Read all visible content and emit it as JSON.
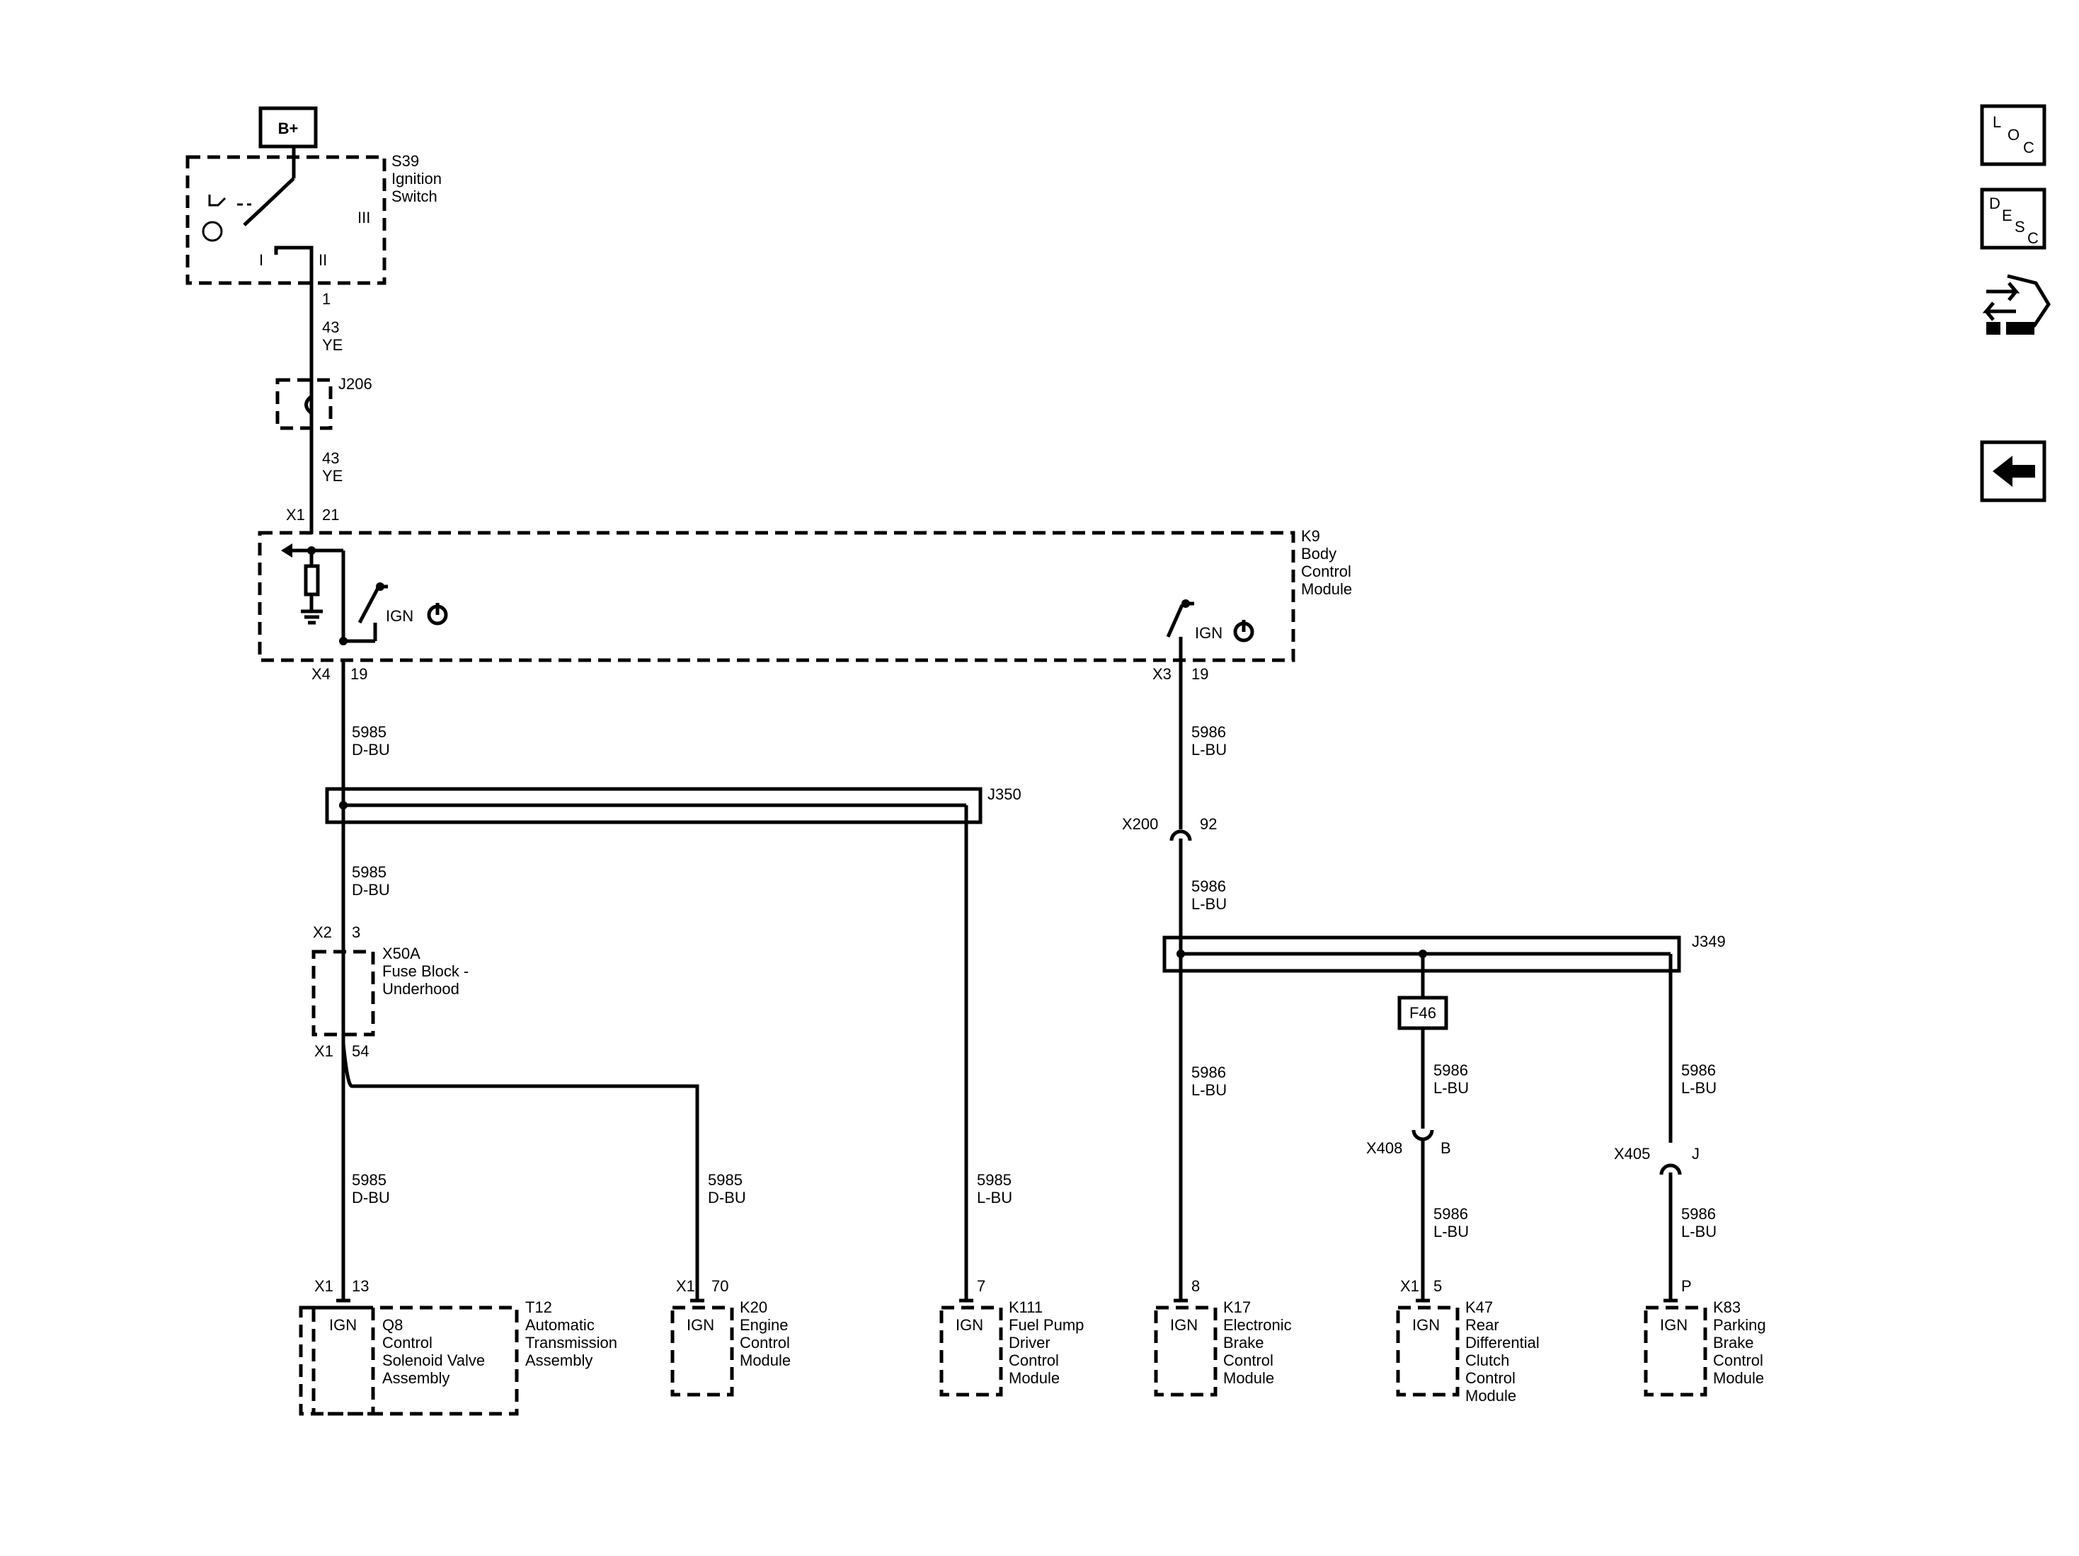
{
  "battery": {
    "label": "B+"
  },
  "ignition_switch": {
    "ref": "S39",
    "name_lines": [
      "Ignition",
      "Switch"
    ],
    "pos_I": "I",
    "pos_II": "II",
    "pos_III": "III",
    "pin": "1"
  },
  "wire_43": {
    "circuit": "43",
    "color": "YE"
  },
  "splice_j206": {
    "ref": "J206"
  },
  "bcm": {
    "ref": "K9",
    "name_lines": [
      "Body",
      "Control",
      "Module"
    ],
    "in_connector": "X1",
    "in_pin": "21",
    "out1_connector": "X4",
    "out1_pin": "19",
    "out2_connector": "X3",
    "out2_pin": "19",
    "ign_label": "IGN"
  },
  "wire_5985_dbu": {
    "circuit": "5985",
    "color": "D-BU"
  },
  "wire_5985_lbu": {
    "circuit": "5985",
    "color": "L-BU"
  },
  "wire_5986_lbu": {
    "circuit": "5986",
    "color": "L-BU"
  },
  "splice_j350": {
    "ref": "J350"
  },
  "splice_j349": {
    "ref": "J349"
  },
  "inline_x200": {
    "ref": "X200",
    "pin": "92"
  },
  "inline_x408": {
    "ref": "X408",
    "pin": "B"
  },
  "inline_x405": {
    "ref": "X405",
    "pin": "J"
  },
  "fuse_block": {
    "ref": "X50A",
    "name_lines": [
      "Fuse Block -",
      "Underhood"
    ],
    "in_connector": "X2",
    "in_pin": "3",
    "out_connector": "X1",
    "out_pin": "54"
  },
  "fuse_f46": {
    "label": "F46"
  },
  "modules": [
    {
      "connector": "X1",
      "pin": "13",
      "ign": "IGN",
      "ref": "Q8",
      "name_lines": [
        "Control",
        "Solenoid Valve",
        "Assembly"
      ]
    },
    {
      "connector": "X1",
      "pin": "70",
      "ign": "IGN",
      "ref": "K20",
      "name_lines": [
        "Engine",
        "Control",
        "Module"
      ]
    },
    {
      "connector": "",
      "pin": "7",
      "ign": "IGN",
      "ref": "K111",
      "name_lines": [
        "Fuel Pump",
        "Driver",
        "Control",
        "Module"
      ]
    },
    {
      "connector": "",
      "pin": "8",
      "ign": "IGN",
      "ref": "K17",
      "name_lines": [
        "Electronic",
        "Brake",
        "Control",
        "Module"
      ]
    },
    {
      "connector": "X1",
      "pin": "5",
      "ign": "IGN",
      "ref": "K47",
      "name_lines": [
        "Rear",
        "Differential",
        "Clutch",
        "Control",
        "Module"
      ]
    },
    {
      "connector": "",
      "pin": "P",
      "ign": "IGN",
      "ref": "K83",
      "name_lines": [
        "Parking",
        "Brake",
        "Control",
        "Module"
      ]
    }
  ],
  "transmission": {
    "ref": "T12",
    "name_lines": [
      "Automatic",
      "Transmission",
      "Assembly"
    ]
  },
  "side_buttons": {
    "loc": [
      "L",
      "O",
      "C"
    ],
    "desc": [
      "D",
      "E",
      "S",
      "C"
    ],
    "icons": [
      "location-button",
      "description-button",
      "wrench-icon",
      "back-arrow-icon"
    ]
  }
}
